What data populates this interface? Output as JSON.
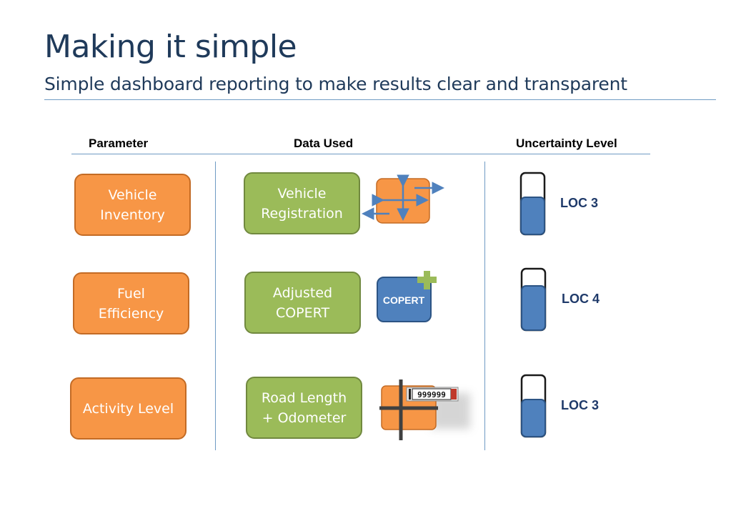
{
  "title": "Making it simple",
  "subtitle": "Simple dashboard reporting to make results clear and transparent",
  "headers": {
    "parameter": "Parameter",
    "data_used": "Data Used",
    "uncertainty": "Uncertainty Level"
  },
  "rows": [
    {
      "parameter": "Vehicle\nInventory",
      "data": "Vehicle\nRegistration",
      "icon": "arrows-icon",
      "loc": "LOC 3",
      "fill_level": 0.6
    },
    {
      "parameter": "Fuel\nEfficiency",
      "data": "Adjusted\nCOPERT",
      "icon": "copert-icon",
      "icon_label": "COPERT",
      "loc": "LOC 4",
      "fill_level": 0.72
    },
    {
      "parameter": "Activity Level",
      "data": "Road Length\n+ Odometer",
      "icon": "odometer-icon",
      "odometer": "999999",
      "loc": "LOC 3",
      "fill_level": 0.6
    }
  ],
  "colors": {
    "orange": "#f79646",
    "green": "#9bbb59",
    "blue": "#4f81bd",
    "title": "#1f3a5a"
  }
}
